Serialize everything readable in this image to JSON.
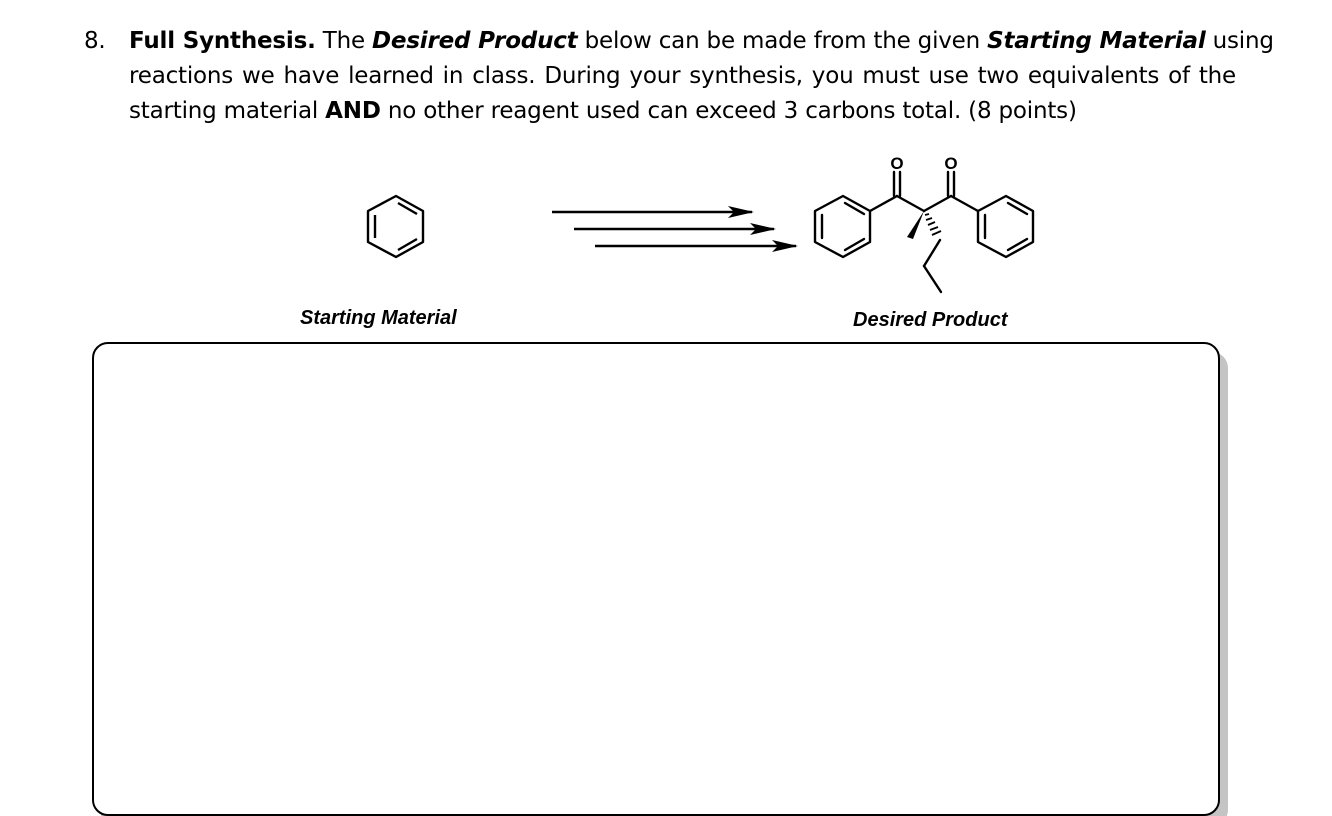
{
  "question": {
    "number": "8.",
    "title": "Full Synthesis.",
    "text_segments": {
      "s1": " The ",
      "desired_product_em": "Desired Product",
      "s2": " below can be made from the given ",
      "starting_material_em": "Starting Material",
      "s3": " using",
      "line2": "reactions we have learned in class.  During your synthesis, you must use two equivalents of the",
      "line3_a": "starting material ",
      "and_em": "AND",
      "line3_b": " no other reagent used can exceed 3 carbons total. (8 points)"
    }
  },
  "scheme": {
    "starting_material": {
      "name": "benzene",
      "label": "Starting Material"
    },
    "arrow": {
      "type": "multi-step",
      "count": 3
    },
    "desired_product": {
      "name": "2-methyl-2-propyl-1,3-diphenylpropane-1,3-dione",
      "label": "Desired Product",
      "atom_labels": [
        "O",
        "O"
      ]
    }
  },
  "answer_box": {
    "content": ""
  },
  "colors": {
    "ink": "#000000",
    "background": "#ffffff",
    "box_shadow": "#c4c4c4"
  }
}
